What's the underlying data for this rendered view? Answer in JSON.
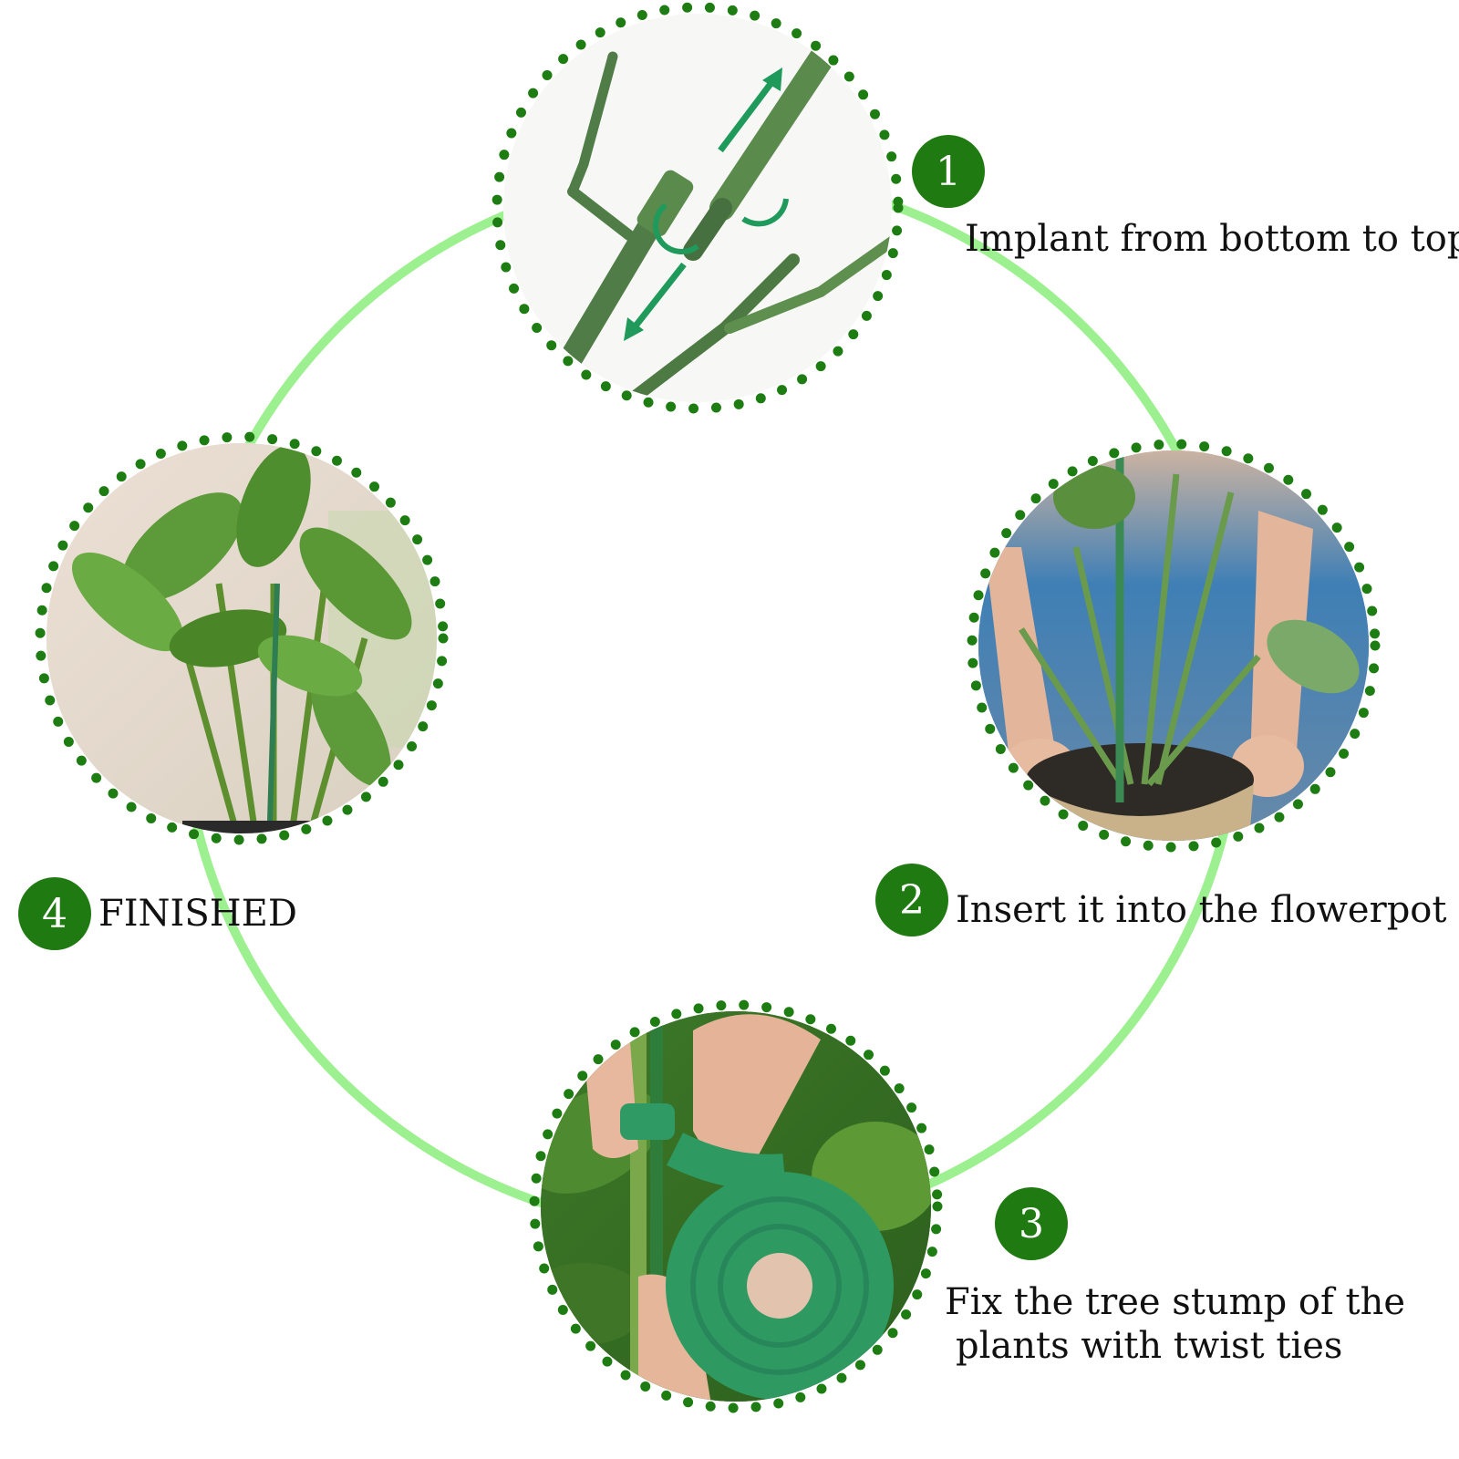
{
  "colors": {
    "ring": "#9df08f",
    "dots": "#1e7d12",
    "badge": "#207a12",
    "text": "#111111"
  },
  "steps": [
    {
      "number": "1",
      "label": "Implant from bottom to top",
      "image": "stake-connector-assembly"
    },
    {
      "number": "2",
      "label": "Insert it into the flowerpot",
      "image": "hands-inserting-stake-in-pot"
    },
    {
      "number": "3",
      "label_line1": "Fix the tree stump of the",
      "label_line2": "plants with twist ties",
      "image": "fingers-wrapping-green-tie-tape"
    },
    {
      "number": "4",
      "label": "FINISHED",
      "image": "potted-plant-supported"
    }
  ]
}
